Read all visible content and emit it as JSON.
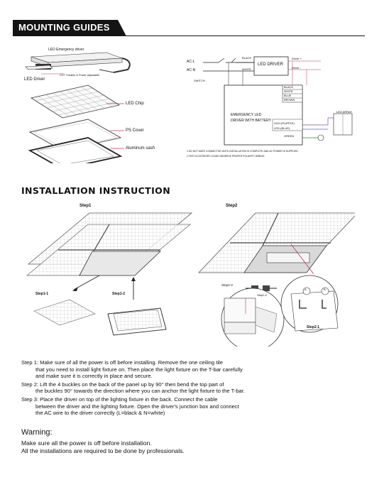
{
  "header": {
    "title": "MOUNTING GUIDES"
  },
  "exploded": {
    "emergency_driver_label": "LED Emergency driver",
    "cct_label": "CCT Tunable & Power adjustable",
    "driver_label": "LED Driver",
    "chip_label": "LED Chip",
    "cover_label": "PS Cover",
    "sash_label": "Aluminum sash"
  },
  "wiring": {
    "acl": "AC-L",
    "acn": "AC-N",
    "switch": "SWITCH",
    "black_top": "BLACK",
    "white_top": "WHITE",
    "led_driver": "LED DRIVER",
    "driver_plus": "Driver +",
    "driver_minus": "Driver -",
    "wire_colors": [
      "BLACK",
      "WHITE",
      "BLUE",
      "BROWN"
    ],
    "emergency_line1": "EMERGENCY LED",
    "emergency_line2": "DRIVER WITH BATTERY",
    "led_plus": "LED+(PURPLE)",
    "led_minus": "LED-(BLUE)",
    "green": "GREEN",
    "led_array": "LED ARRAY",
    "note1": "1.DO NOT MATE CONNECTOR UNTIL INSTALLATION IS COMPLETE AND AC POWER IS SUPPLIED.",
    "note2": "2.TEST ACCESSORY LEADS-OBSERVE PROPER POLARITY WIRING."
  },
  "install": {
    "title": "INSTALLATION INSTRUCTION",
    "step1": "Step1",
    "step2": "Step2",
    "step1_1": "Step1-1",
    "step1_2": "Step1-2",
    "step2_1": "Step2-1",
    "step2_2": "Step2-2",
    "step2_3": "Step2-3",
    "circle_a": "A",
    "circle_b": "B"
  },
  "steps": [
    {
      "lead": "Step 1: Make sure of all the power is off before installing. Remove the one ceiling tile",
      "cont": [
        "that you need to install light fixture on. Then place the light fixture on the T-bar carefully",
        "and make sure it is correctly in place and secure."
      ]
    },
    {
      "lead": "Step 2: Lift the 4 buckles on the back of the panel up by 90° then bend the top part of",
      "cont": [
        "the buckles 90° towards the direction where you can anchor the light fixture to the T-bar."
      ]
    },
    {
      "lead": "Step 3: Place the driver on top of the lighting fixture in the back. Connect the cable",
      "cont": [
        "between the driver and the lighting fixture. Open the driver's junction box and connect",
        "the AC wire to the driver correctly (L=black & N=white)"
      ]
    }
  ],
  "warning": {
    "title": "Warning:",
    "lines": [
      "Make sure all the power is off before installation.",
      "All the installations are required to be done by professionals."
    ]
  },
  "colors": {
    "header_bg": "#141414",
    "pointer_line": "#c0306a",
    "led_wire": "#7a4fb0"
  }
}
